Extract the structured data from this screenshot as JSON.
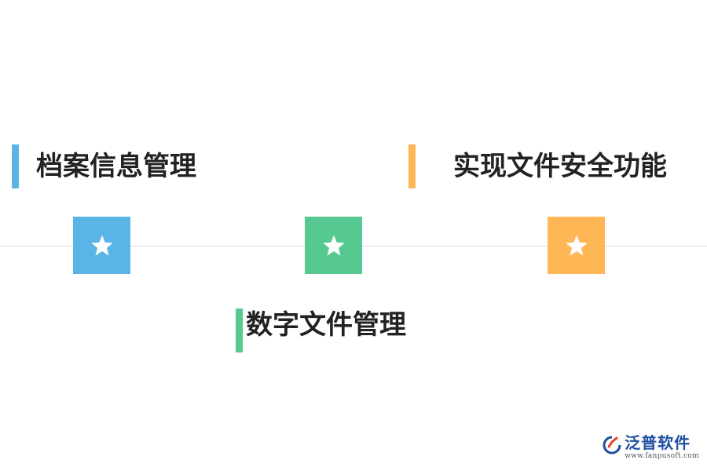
{
  "items": [
    {
      "label": "档案信息管理",
      "color": "#5ab4e5"
    },
    {
      "label": "数字文件管理",
      "color": "#55c98f"
    },
    {
      "label": "实现文件安全功能",
      "color": "#ffb755"
    }
  ],
  "logo": {
    "name": "泛普软件",
    "url": "www.fanpusoft.com"
  },
  "icons": [
    "star-icon",
    "logo-mark-icon"
  ]
}
